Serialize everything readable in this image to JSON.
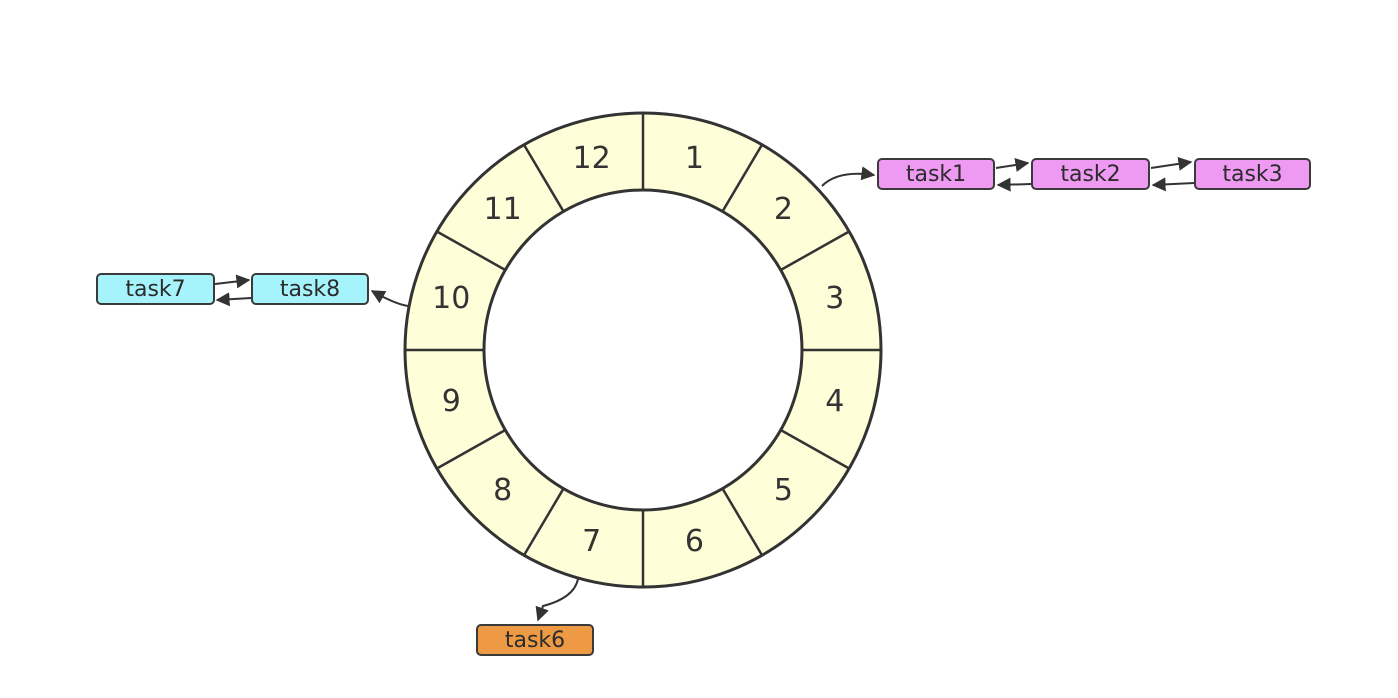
{
  "wheel": {
    "slots": [
      "1",
      "2",
      "3",
      "4",
      "5",
      "6",
      "7",
      "8",
      "9",
      "10",
      "11",
      "12"
    ]
  },
  "tasks": {
    "slot2": [
      "task1",
      "task2",
      "task3"
    ],
    "slot10": [
      "task7",
      "task8"
    ],
    "slot7": [
      "task6"
    ]
  },
  "colors": {
    "ring_fill": "#fefed8",
    "ring_stroke": "#333333",
    "task_pink": "#ee9af2",
    "task_cyan": "#a6f4fb",
    "task_orange": "#ee9a44"
  }
}
